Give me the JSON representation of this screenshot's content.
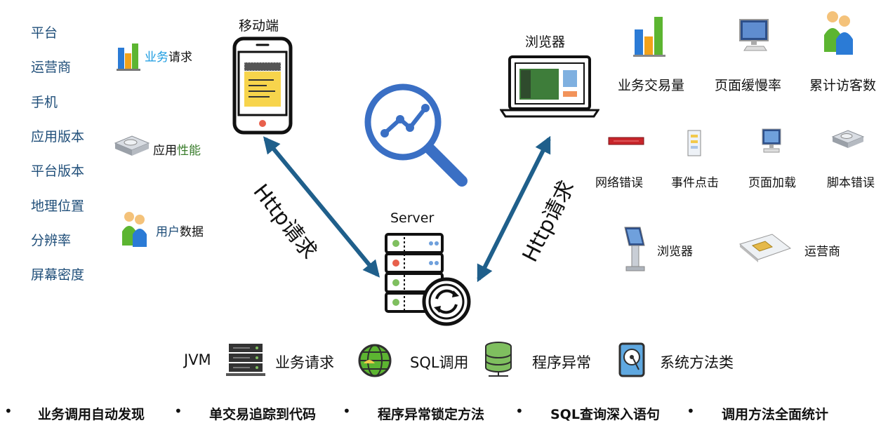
{
  "left_list": [
    "平台",
    "运营商",
    "手机",
    "应用版本",
    "平台版本",
    "地理位置",
    "分辨率",
    "屏幕密度"
  ],
  "mobile_features": {
    "biz_a": "业务",
    "biz_b": "请求",
    "perf_a": "应用",
    "perf_b": "性能",
    "user_a": "用户",
    "user_b": "数据"
  },
  "mobile_label": "移动端",
  "browser_label": "浏览器",
  "server_label": "Server",
  "http_label": "Http请求",
  "browser_metrics_top": [
    "业务交易量",
    "页面缓慢率",
    "累计访客数"
  ],
  "browser_metrics_mid": [
    "网络错误",
    "事件点击",
    "页面加载",
    "脚本错误"
  ],
  "browser_metrics_low": [
    "浏览器",
    "运营商"
  ],
  "server_items": [
    "JVM",
    "业务请求",
    "SQL调用",
    "程序异常",
    "系统方法类"
  ],
  "bottom_features": [
    "业务调用自动发现",
    "单交易追踪到代码",
    "程序异常锁定方法",
    "SQL查询深入语句",
    "调用方法全面统计"
  ],
  "bullet_char": "•",
  "colors": {
    "accent_blue": "#1f4e79",
    "arrow_blue": "#1f5f8b",
    "magnifier": "#3a6fc4"
  }
}
